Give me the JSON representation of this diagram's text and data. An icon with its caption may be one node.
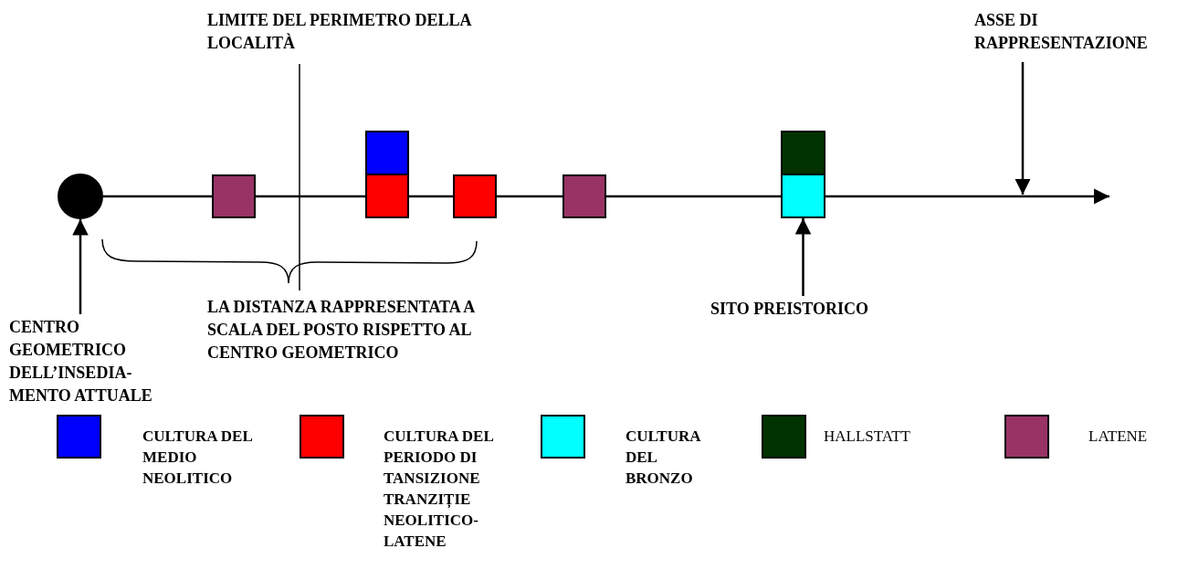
{
  "diagram": {
    "nodes": [
      {
        "text": [],
        "shape": "circle"
      },
      {
        "text": [],
        "shape": "box"
      },
      {
        "text": [],
        "shape": "box"
      },
      {
        "text": [],
        "shape": "box"
      },
      {
        "text": [],
        "shape": "box"
      },
      {
        "text": [],
        "shape": "box"
      },
      {
        "text": [],
        "shape": "box"
      },
      {
        "text": [],
        "shape": "box"
      },
      {
        "text": [
          "CENTRO GEOMETRICO DELL’INSEDIA- MENTO ATTUALE"
        ]
      },
      {
        "text": [
          "SITO PREISTORICO"
        ]
      },
      {
        "text": [
          "ASSE DI RAPPRESENTAZIONE"
        ]
      }
    ],
    "edges": [
      {
        "from": 8,
        "to": 0,
        "arrow": "to"
      },
      {
        "from": 9,
        "to": 7,
        "arrow": "to"
      },
      {
        "from": 10,
        "to": null,
        "arrow": "to"
      }
    ],
    "labels": [
      "LIMITE DEL PERIMETRO DELLA LOCALITÀ",
      "LA DISTANZA RAPPRESENTATA A SCALA DEL POSTO RISPETTO AL CENTRO GEOMETRICO"
    ],
    "legend": [
      {
        "text": "CULTURA DEL MEDIO NEOLITICO",
        "color": "#0000ff"
      },
      {
        "text": "CULTURA DEL PERIODO DI TANSIZIONE TRANZIȚIE NEOLITICO-LATENE",
        "color": "#ff0000"
      },
      {
        "text": "CULTURA DEL BRONZO",
        "color": "#00ffff"
      },
      {
        "text": "HALLSTATT",
        "color": "#003300"
      },
      {
        "text": "LATENE",
        "color": "#993366"
      }
    ]
  }
}
